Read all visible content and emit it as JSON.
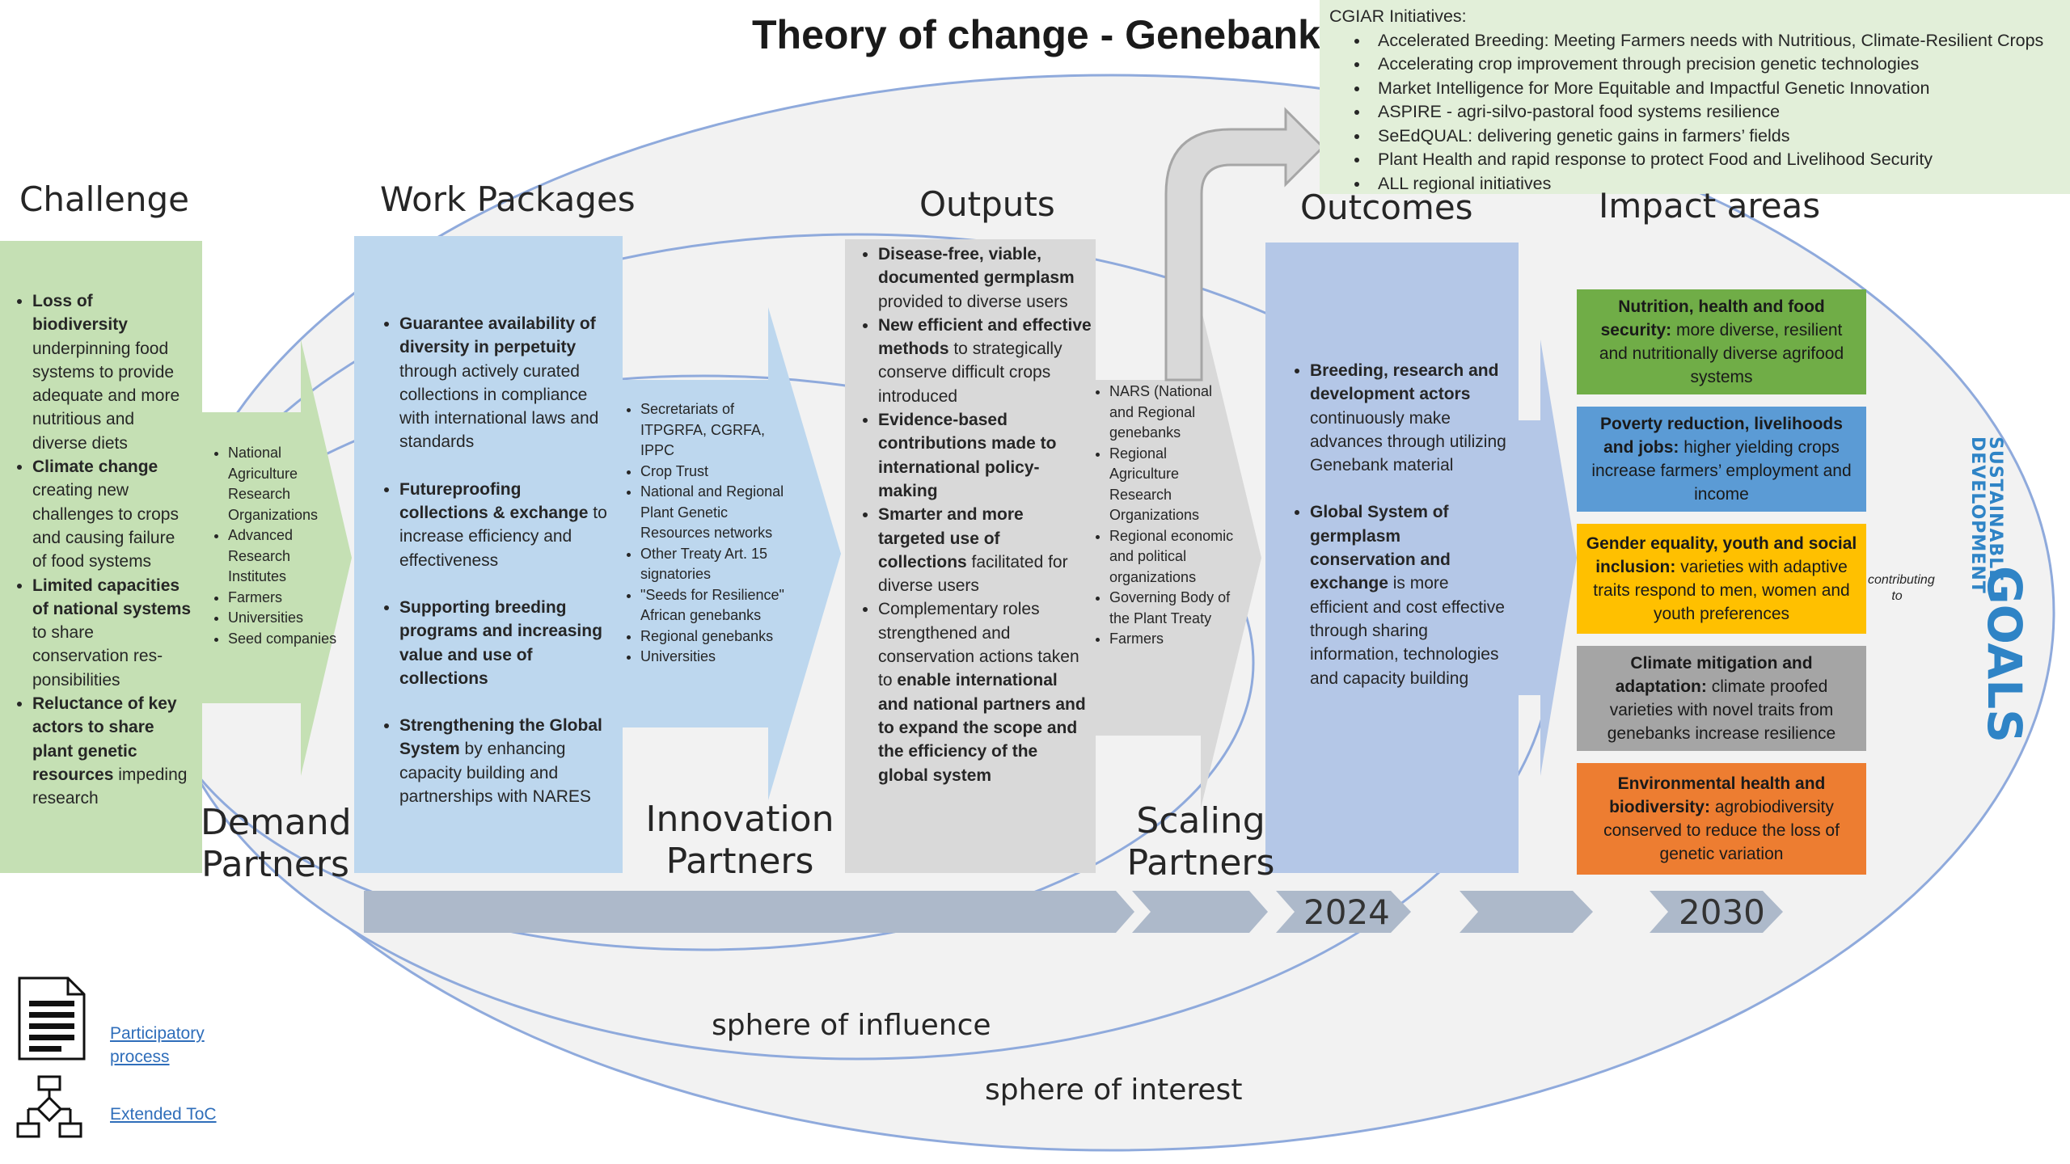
{
  "title": "Theory of change - Genebanks",
  "initiatives": {
    "heading": "CGIAR Initiatives:",
    "items": [
      "Accelerated Breeding: Meeting Farmers needs with Nutritious, Climate-Resilient Crops",
      "Accelerating crop improvement through precision genetic technologies",
      "Market Intelligence for More Equitable and Impactful Genetic Innovation",
      "ASPIRE - agri-silvo-pastoral food systems resilience",
      "SeEdQUAL: delivering genetic gains in farmers’ fields",
      "Plant Health and rapid response to protect Food and Livelihood Security",
      "ALL regional initiatives"
    ]
  },
  "headers": {
    "challenge": "Challenge",
    "work_packages": "Work Packages",
    "outputs": "Outputs",
    "outcomes": "Outcomes",
    "impact_areas": "Impact areas"
  },
  "challenge_items": [
    {
      "bold": "Loss of biodiversity",
      "rest": " underpinning food systems to provide adequate and more nutritious and diverse diets"
    },
    {
      "bold": "Climate change",
      "rest": " creating new challenges to crops and causing failure of food systems"
    },
    {
      "bold": "Limited capacities of national systems",
      "rest": " to  share conservation res-ponsibilities"
    },
    {
      "bold": "Reluctance of key actors to share plant genetic resources",
      "rest": " impeding research"
    }
  ],
  "demand_partners": {
    "items": [
      "National Agriculture Research Organizations",
      "Advanced Research Institutes",
      "Farmers",
      "Universities",
      "Seed companies"
    ],
    "label_line1": "Demand",
    "label_line2": "Partners"
  },
  "work_package_items": [
    {
      "bold": "Guarantee availability of diversity in perpetuity",
      "rest": " through actively curated collections in compliance with international laws and standards"
    },
    {
      "bold": "Futureproofing collections & exchange",
      "rest": " to increase efficiency and effectiveness"
    },
    {
      "bold": "Supporting breeding programs and increasing value and use of collections",
      "rest": ""
    },
    {
      "bold": "Strengthening the Global System",
      "rest": " by enhancing capacity building and partnerships with NARES"
    }
  ],
  "innovation_partners": {
    "items": [
      "Secretariats of ITPGRFA, CGRFA, IPPC",
      "Crop Trust",
      "National and Regional  Plant Genetic Resources networks",
      "Other Treaty Art. 15 signatories",
      "\"Seeds for Resilience\" African genebanks",
      "Regional genebanks",
      "Universities"
    ],
    "label_line1": "Innovation",
    "label_line2": "Partners"
  },
  "output_items": [
    {
      "bold": "Disease-free, viable, documented germplasm",
      "rest": " provided to diverse users"
    },
    {
      "bold": "New efficient and effective methods",
      "rest": " to strategically conserve difficult crops introduced"
    },
    {
      "bold": "Evidence-based contributions made to international policy-making",
      "rest": ""
    },
    {
      "bold": "Smarter and more targeted use of collections",
      "rest": " facilitated for diverse users"
    },
    {
      "pre": "Complementary roles strengthened and conservation actions taken to ",
      "bold": "enable international and national partners and to expand the scope and the efficiency of the global system",
      "rest": ""
    }
  ],
  "scaling_partners": {
    "items": [
      "NARS (National and Regional genebanks",
      "Regional Agriculture Research Organizations",
      "Regional economic and political organizations",
      "Governing Body of the Plant Treaty",
      "Farmers"
    ],
    "label_line1": "Scaling",
    "label_line2": "Partners"
  },
  "outcome_items": [
    {
      "bold": "Breeding, research and development actors",
      "rest": " continuously make advances through utilizing Genebank material"
    },
    {
      "bold": "Global System of germplasm conservation and exchange",
      "rest": " is more efficient and cost effective through sharing information, technologies and capacity building"
    }
  ],
  "impact_areas": [
    {
      "bold": "Nutrition, health and food security:",
      "rest": "  more diverse, resilient and nutritionally diverse agrifood systems",
      "color": "#70ad47",
      "text_color": "#1a1a1a"
    },
    {
      "bold": "Poverty reduction, livelihoods and jobs:",
      "rest": " higher yielding crops increase farmers’ employment and income",
      "color": "#5b9bd5",
      "text_color": "#1a1a1a"
    },
    {
      "bold": "Gender equality, youth and social inclusion:",
      "rest": " varieties with adaptive traits respond  to men, women and youth preferences",
      "color": "#ffc000",
      "text_color": "#1a1a1a"
    },
    {
      "bold": "Climate mitigation and adaptation:",
      "rest": " climate proofed varieties with novel traits from genebanks increase resilience",
      "color": "#a5a5a5",
      "text_color": "#1a1a1a"
    },
    {
      "bold": "Environmental health and biodiversity:",
      "rest": " agrobiodiversity conserved to reduce the loss of genetic variation",
      "color": "#ed7d31",
      "text_color": "#1a1a1a"
    }
  ],
  "contributing_to": "contributing to",
  "sdg": {
    "line1": "SUSTAINABLE",
    "line2": "DEVELOPMENT",
    "word": "GOALS"
  },
  "timeline": {
    "year1": "2024",
    "year2": "2030"
  },
  "spheres": {
    "influence": "sphere of influence",
    "interest": "sphere of interest"
  },
  "links": {
    "participatory": "Participatory process",
    "extended": "Extended ToC"
  },
  "colors": {
    "challenge_green": "#c5e0b4",
    "wp_blue": "#bdd7ee",
    "outputs_grey": "#d9d9d9",
    "outcomes_blue": "#b4c7e7",
    "timeline": "#adb9ca",
    "initiatives_bg": "#e2efd9",
    "ellipse_line": "#8faadc"
  },
  "icons": {
    "document": "document-icon",
    "flowchart": "flowchart-icon"
  }
}
